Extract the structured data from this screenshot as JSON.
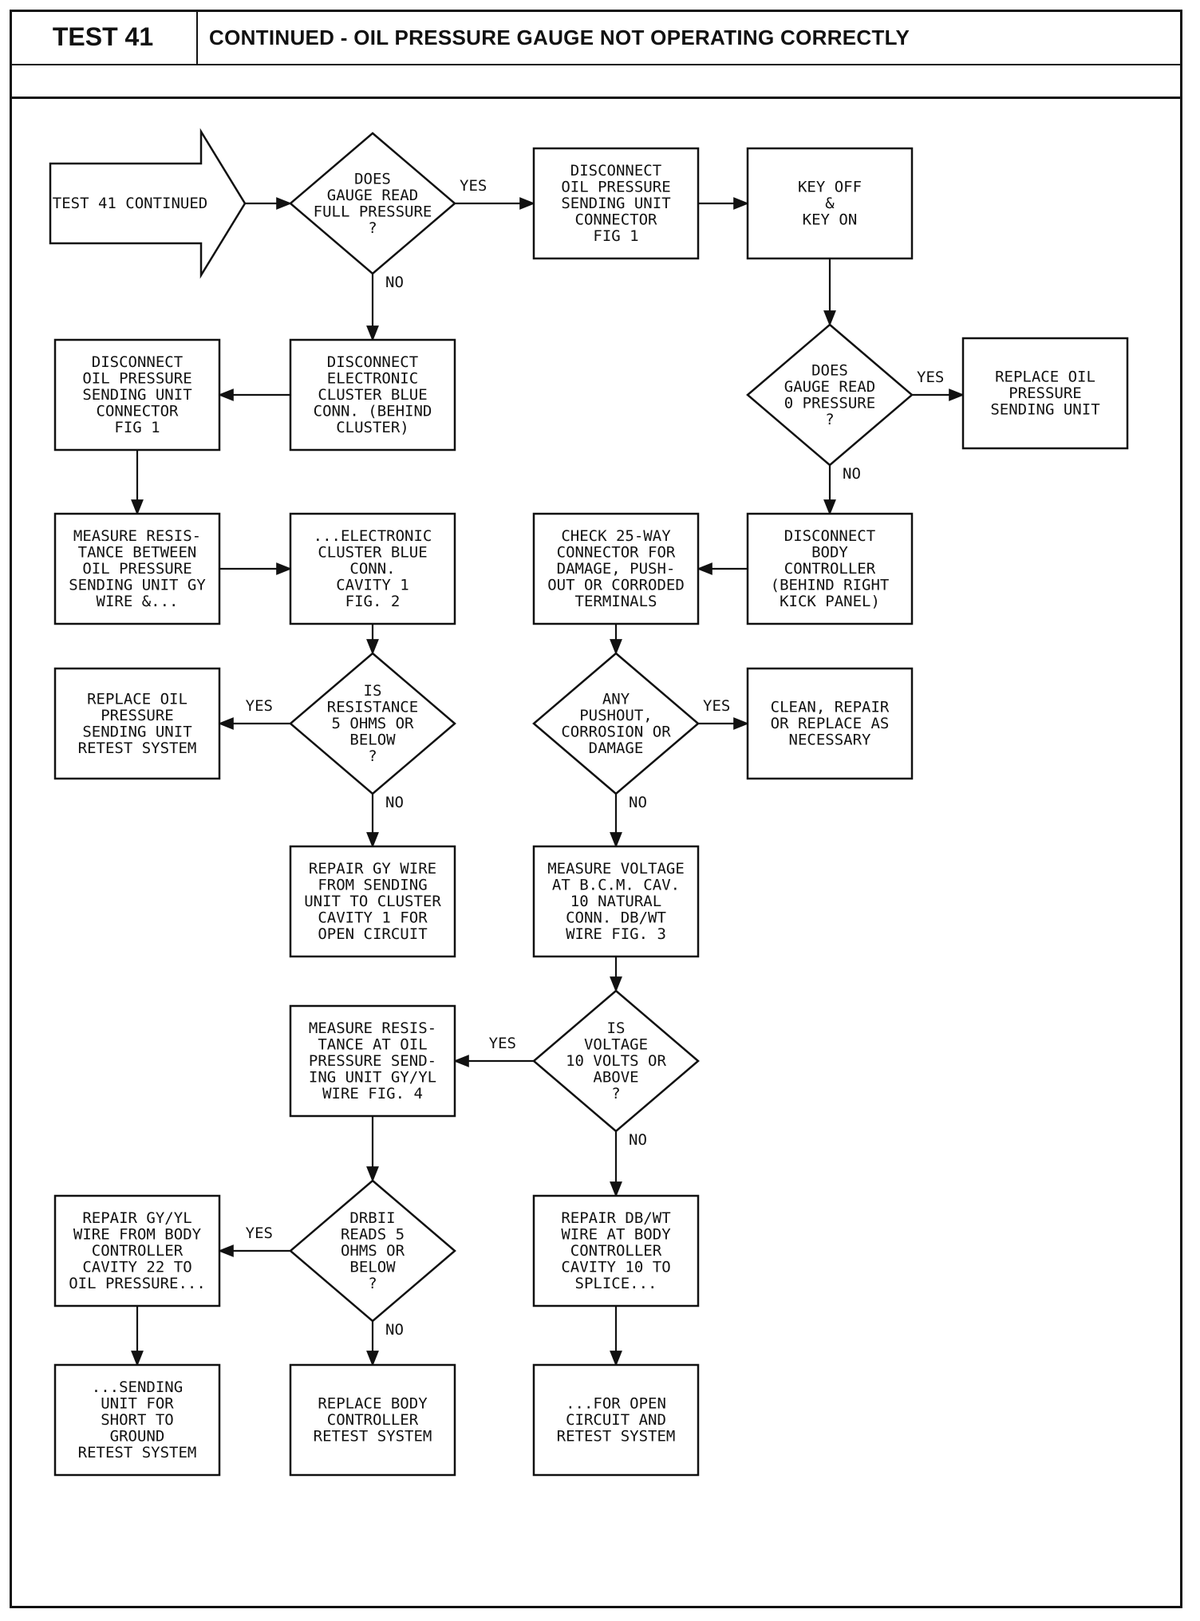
{
  "header": {
    "test_id": "TEST 41",
    "title": "CONTINUED - OIL PRESSURE GAUGE NOT OPERATING CORRECTLY"
  },
  "flowchart": {
    "nodes": [
      {
        "id": "start",
        "shape": "arrow",
        "lines": [
          "TEST 41 CONTINUED"
        ]
      },
      {
        "id": "d_full",
        "shape": "diamond",
        "lines": [
          "DOES",
          "GAUGE READ",
          "FULL PRESSURE",
          "?"
        ]
      },
      {
        "id": "b_disc_send_right",
        "shape": "box",
        "lines": [
          "DISCONNECT",
          "OIL PRESSURE",
          "SENDING UNIT",
          "CONNECTOR",
          "FIG 1"
        ]
      },
      {
        "id": "b_key",
        "shape": "box",
        "lines": [
          "KEY OFF",
          "&",
          "KEY ON"
        ]
      },
      {
        "id": "b_disc_cluster",
        "shape": "box",
        "lines": [
          "DISCONNECT",
          "ELECTRONIC",
          "CLUSTER BLUE",
          "CONN. (BEHIND",
          "CLUSTER)"
        ]
      },
      {
        "id": "b_disc_send_left",
        "shape": "box",
        "lines": [
          "DISCONNECT",
          "OIL PRESSURE",
          "SENDING UNIT",
          "CONNECTOR",
          "FIG 1"
        ]
      },
      {
        "id": "d_zero",
        "shape": "diamond",
        "lines": [
          "DOES",
          "GAUGE READ",
          "0 PRESSURE",
          "?"
        ]
      },
      {
        "id": "b_replace_send_top",
        "shape": "box",
        "lines": [
          "REPLACE OIL",
          "PRESSURE",
          "SENDING UNIT"
        ]
      },
      {
        "id": "b_measure_res_1",
        "shape": "box",
        "lines": [
          "MEASURE RESIS-",
          "TANCE BETWEEN",
          "OIL PRESSURE",
          "SENDING UNIT GY",
          "WIRE &..."
        ]
      },
      {
        "id": "b_cluster_cav",
        "shape": "box",
        "lines": [
          "...ELECTRONIC",
          "CLUSTER BLUE",
          "CONN.",
          "CAVITY 1",
          "FIG. 2"
        ]
      },
      {
        "id": "b_check_25",
        "shape": "box",
        "lines": [
          "CHECK 25-WAY",
          "CONNECTOR FOR",
          "DAMAGE, PUSH-",
          "OUT OR CORRODED",
          "TERMINALS"
        ]
      },
      {
        "id": "b_disc_body",
        "shape": "box",
        "lines": [
          "DISCONNECT",
          "BODY",
          "CONTROLLER",
          "(BEHIND RIGHT",
          "KICK PANEL)"
        ]
      },
      {
        "id": "b_replace_retest",
        "shape": "box",
        "lines": [
          "REPLACE OIL",
          "PRESSURE",
          "SENDING UNIT",
          "RETEST SYSTEM"
        ]
      },
      {
        "id": "d_res5",
        "shape": "diamond",
        "lines": [
          "IS",
          "RESISTANCE",
          "5 OHMS OR",
          "BELOW",
          "?"
        ]
      },
      {
        "id": "d_push",
        "shape": "diamond",
        "lines": [
          "ANY",
          "PUSHOUT,",
          "CORROSION OR",
          "DAMAGE"
        ]
      },
      {
        "id": "b_clean",
        "shape": "box",
        "lines": [
          "CLEAN, REPAIR",
          "OR REPLACE AS",
          "NECESSARY"
        ]
      },
      {
        "id": "b_repair_gy",
        "shape": "box",
        "lines": [
          "REPAIR GY WIRE",
          "FROM SENDING",
          "UNIT TO CLUSTER",
          "CAVITY 1 FOR",
          "OPEN CIRCUIT"
        ]
      },
      {
        "id": "b_measure_volt",
        "shape": "box",
        "lines": [
          "MEASURE VOLTAGE",
          "AT B.C.M. CAV.",
          "10 NATURAL",
          "CONN. DB/WT",
          "WIRE FIG. 3"
        ]
      },
      {
        "id": "b_measure_res_2",
        "shape": "box",
        "lines": [
          "MEASURE RESIS-",
          "TANCE AT OIL",
          "PRESSURE SEND-",
          "ING UNIT GY/YL",
          "WIRE FIG. 4"
        ]
      },
      {
        "id": "d_volt",
        "shape": "diamond",
        "lines": [
          "IS",
          "VOLTAGE",
          "10 VOLTS OR",
          "ABOVE",
          "?"
        ]
      },
      {
        "id": "b_repair_gyyl",
        "shape": "box",
        "lines": [
          "REPAIR GY/YL",
          "WIRE FROM BODY",
          "CONTROLLER",
          "CAVITY 22 TO",
          "OIL PRESSURE..."
        ]
      },
      {
        "id": "d_drb",
        "shape": "diamond",
        "lines": [
          "DRBII",
          "READS 5",
          "OHMS OR",
          "BELOW",
          "?"
        ]
      },
      {
        "id": "b_repair_dbwt",
        "shape": "box",
        "lines": [
          "REPAIR DB/WT",
          "WIRE AT BODY",
          "CONTROLLER",
          "CAVITY 10 TO",
          "SPLICE..."
        ]
      },
      {
        "id": "b_sending_short",
        "shape": "box",
        "lines": [
          "...SENDING",
          "UNIT FOR",
          "SHORT TO",
          "GROUND",
          "RETEST SYSTEM"
        ]
      },
      {
        "id": "b_replace_body",
        "shape": "box",
        "lines": [
          "REPLACE BODY",
          "CONTROLLER",
          "RETEST SYSTEM"
        ]
      },
      {
        "id": "b_open_circuit",
        "shape": "box",
        "lines": [
          "...FOR OPEN",
          "CIRCUIT AND",
          "RETEST SYSTEM"
        ]
      }
    ],
    "edges": [
      {
        "from": "start",
        "to": "d_full",
        "label": ""
      },
      {
        "from": "d_full",
        "to": "b_disc_send_right",
        "label": "YES"
      },
      {
        "from": "b_disc_send_right",
        "to": "b_key",
        "label": ""
      },
      {
        "from": "d_full",
        "to": "b_disc_cluster",
        "label": "NO"
      },
      {
        "from": "b_disc_cluster",
        "to": "b_disc_send_left",
        "label": ""
      },
      {
        "from": "b_key",
        "to": "d_zero",
        "label": ""
      },
      {
        "from": "d_zero",
        "to": "b_replace_send_top",
        "label": "YES"
      },
      {
        "from": "d_zero",
        "to": "b_disc_body",
        "label": "NO"
      },
      {
        "from": "b_disc_send_left",
        "to": "b_measure_res_1",
        "label": ""
      },
      {
        "from": "b_measure_res_1",
        "to": "b_cluster_cav",
        "label": ""
      },
      {
        "from": "b_disc_body",
        "to": "b_check_25",
        "label": ""
      },
      {
        "from": "b_cluster_cav",
        "to": "d_res5",
        "label": ""
      },
      {
        "from": "d_res5",
        "to": "b_replace_retest",
        "label": "YES"
      },
      {
        "from": "d_res5",
        "to": "b_repair_gy",
        "label": "NO"
      },
      {
        "from": "b_check_25",
        "to": "d_push",
        "label": ""
      },
      {
        "from": "d_push",
        "to": "b_clean",
        "label": "YES"
      },
      {
        "from": "d_push",
        "to": "b_measure_volt",
        "label": "NO"
      },
      {
        "from": "b_measure_volt",
        "to": "d_volt",
        "label": ""
      },
      {
        "from": "d_volt",
        "to": "b_measure_res_2",
        "label": "YES"
      },
      {
        "from": "d_volt",
        "to": "b_repair_dbwt",
        "label": "NO"
      },
      {
        "from": "b_measure_res_2",
        "to": "d_drb",
        "label": ""
      },
      {
        "from": "d_drb",
        "to": "b_repair_gyyl",
        "label": "YES"
      },
      {
        "from": "d_drb",
        "to": "b_replace_body",
        "label": "NO"
      },
      {
        "from": "b_repair_gyyl",
        "to": "b_sending_short",
        "label": ""
      },
      {
        "from": "b_repair_dbwt",
        "to": "b_open_circuit",
        "label": ""
      }
    ]
  }
}
